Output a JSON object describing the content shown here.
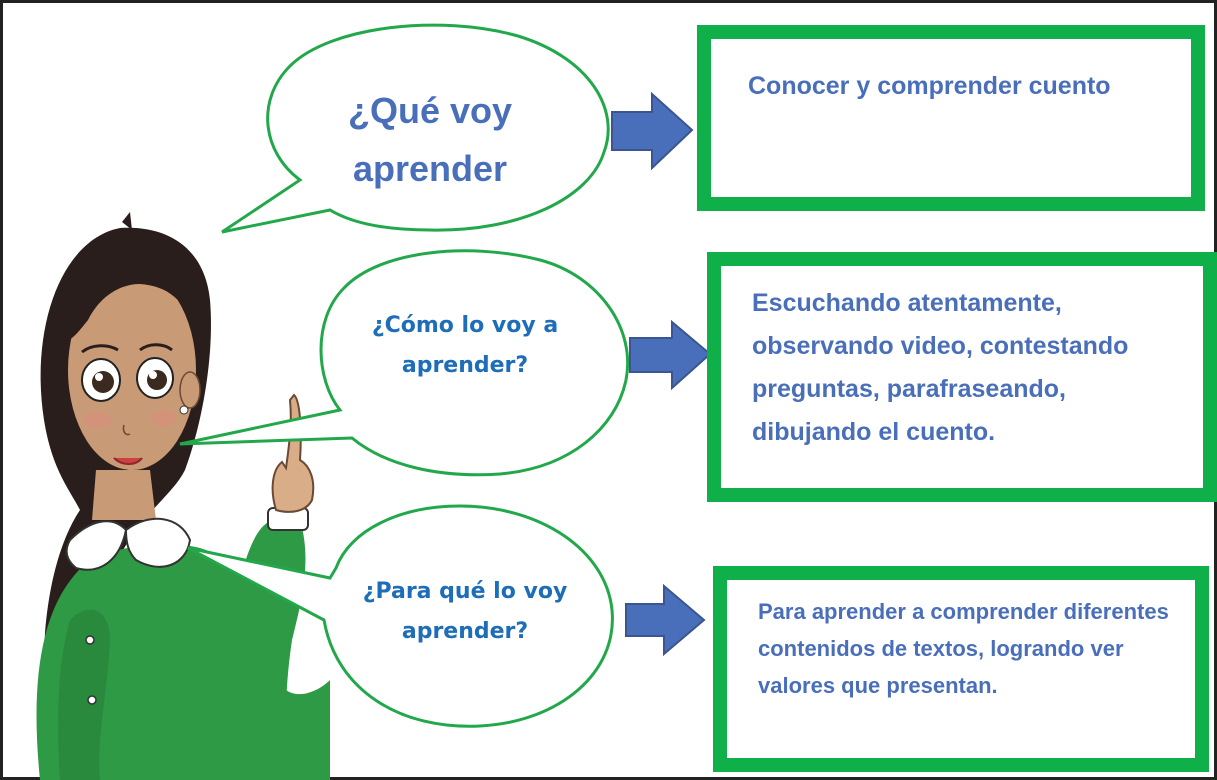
{
  "bubbles": {
    "learn_what": "¿Qué voy aprender",
    "learn_how": "¿Cómo lo voy a aprender?",
    "learn_why": "¿Para qué lo voy aprender?"
  },
  "boxes": {
    "what": "Conocer y comprender cuento",
    "how": "Escuchando atentamente, observando video, contestando preguntas, parafraseando, dibujando el cuento.",
    "why": "Para aprender a comprender diferentes contenidos de textos, logrando ver valores que presentan."
  },
  "colors": {
    "bubble_border": "#22a84a",
    "box_border": "#0fb04a",
    "arrow": "#4a6fba",
    "text_blue": "#4a6fba",
    "text_cyan": "#1d6db8",
    "sweater": "#2f9a45",
    "hair": "#2a1e1c",
    "skin": "#c99a76"
  }
}
